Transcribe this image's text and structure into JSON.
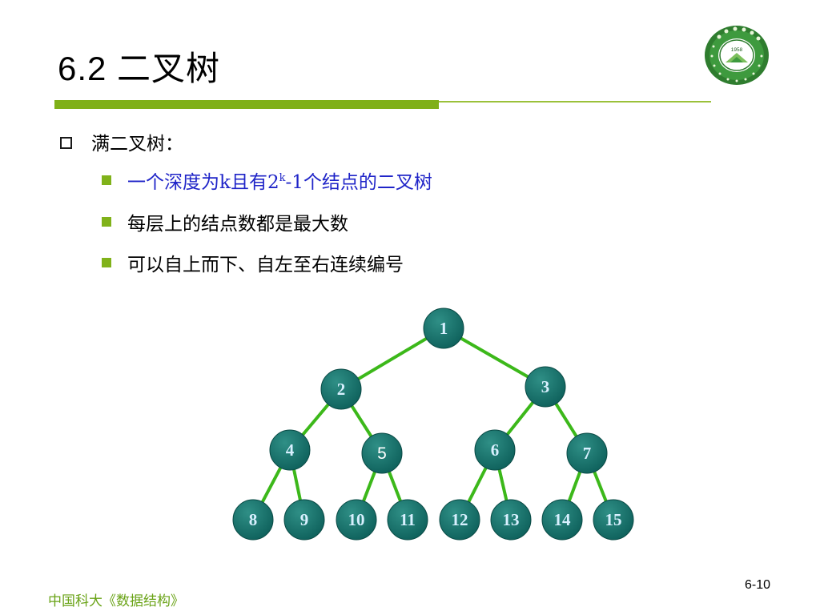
{
  "title": "6.2  二叉树",
  "bullets": {
    "heading": "满二叉树：",
    "item1": {
      "prefix": "一个深度为",
      "k": "k",
      "mid": "且有",
      "two": "2",
      "sup": "k",
      "rest": "-1",
      "suffix": "个结点的二叉树"
    },
    "item2": "每层上的结点数都是最大数",
    "item3": "可以自上而下、自左至右连续编号"
  },
  "tree": {
    "nodes": [
      {
        "id": "1",
        "label": "1",
        "style": "bold"
      },
      {
        "id": "2",
        "label": "2",
        "style": "bold"
      },
      {
        "id": "3",
        "label": "3",
        "style": "bold"
      },
      {
        "id": "4",
        "label": "4",
        "style": "bold"
      },
      {
        "id": "5",
        "label": "5",
        "style": "plain"
      },
      {
        "id": "6",
        "label": "6",
        "style": "bold"
      },
      {
        "id": "7",
        "label": "7",
        "style": "bold"
      },
      {
        "id": "8",
        "label": "8",
        "style": "bold"
      },
      {
        "id": "9",
        "label": "9",
        "style": "bold"
      },
      {
        "id": "10",
        "label": "10",
        "style": "bold"
      },
      {
        "id": "11",
        "label": "11",
        "style": "bold"
      },
      {
        "id": "12",
        "label": "12",
        "style": "bold"
      },
      {
        "id": "13",
        "label": "13",
        "style": "bold"
      },
      {
        "id": "14",
        "label": "14",
        "style": "bold"
      },
      {
        "id": "15",
        "label": "15",
        "style": "bold"
      }
    ],
    "edges": [
      [
        "1",
        "2"
      ],
      [
        "1",
        "3"
      ],
      [
        "2",
        "4"
      ],
      [
        "2",
        "5"
      ],
      [
        "3",
        "6"
      ],
      [
        "3",
        "7"
      ],
      [
        "4",
        "8"
      ],
      [
        "4",
        "9"
      ],
      [
        "5",
        "10"
      ],
      [
        "5",
        "11"
      ],
      [
        "6",
        "12"
      ],
      [
        "6",
        "13"
      ],
      [
        "7",
        "14"
      ],
      [
        "7",
        "15"
      ]
    ],
    "colors": {
      "edge": "#3cb81a",
      "node_fill": "#0d5f5a",
      "node_highlight": "#2f8f86",
      "node_stroke": "#0a4a45"
    }
  },
  "logo": {
    "year": "1958",
    "colors": {
      "ring": "#2f7d2f",
      "inner": "#ffffff"
    }
  },
  "footer": "中国科大《数据结构》",
  "page_number": "6-10"
}
